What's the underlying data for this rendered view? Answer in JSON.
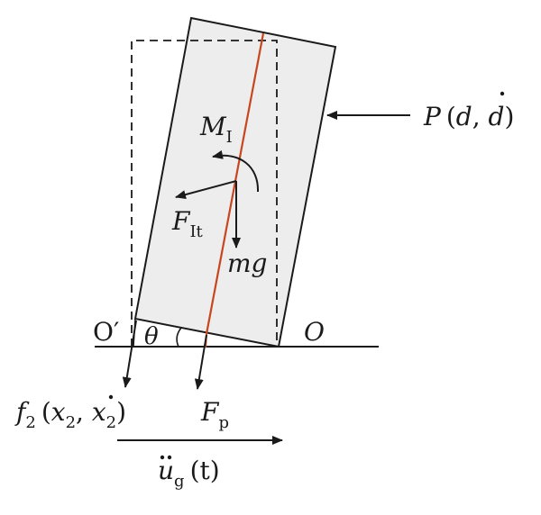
{
  "labels": {
    "force_P": "P",
    "force_P_args": "(d, ",
    "force_P_rate": "d",
    "force_P_close": ")",
    "moment": "M",
    "moment_sub": "I",
    "inertia": "F",
    "inertia_sub": "It",
    "weight": "mg",
    "pivot_left": "O′",
    "pivot_right": "O",
    "angle": "θ",
    "reaction_f": "f",
    "reaction_f_sub": "2",
    "reaction_args_open": "(",
    "reaction_x": "x",
    "reaction_x_sub": "2",
    "reaction_comma": ", ",
    "reaction_xdot": "x",
    "reaction_xdot_sub": "2",
    "reaction_close": ")",
    "force_Fp": "F",
    "force_Fp_sub": "p",
    "ground_accel": "u",
    "ground_accel_sub": "g",
    "ground_accel_args": "(t)"
  },
  "colors": {
    "ink": "#1a1a1a",
    "block_fill": "#ededed",
    "centerline": "#c8461f"
  }
}
